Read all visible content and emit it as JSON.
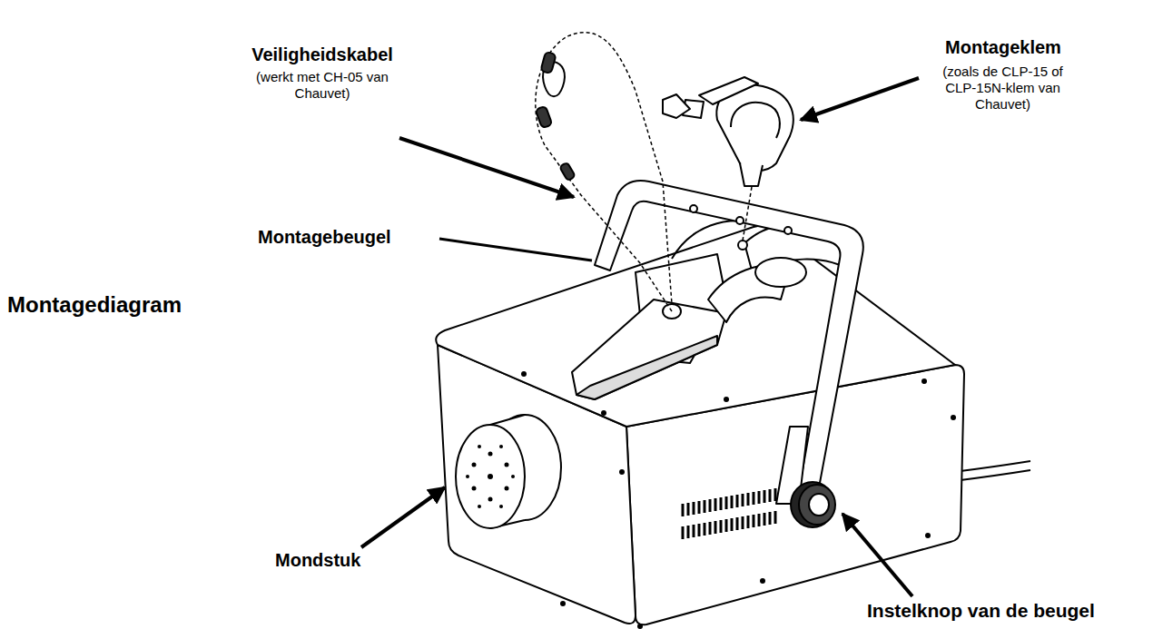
{
  "diagram": {
    "title": "Montagediagram",
    "labels": [
      "Veiligheidskabel",
      "(werkt met CH-05 van Chauvet)",
      "Montageklem",
      "(zoals de CLP-15 of CLP-15N-klem van Chauvet)",
      "Montagebeugel",
      "Mondstuk",
      "Instelknop van de beugel"
    ]
  }
}
